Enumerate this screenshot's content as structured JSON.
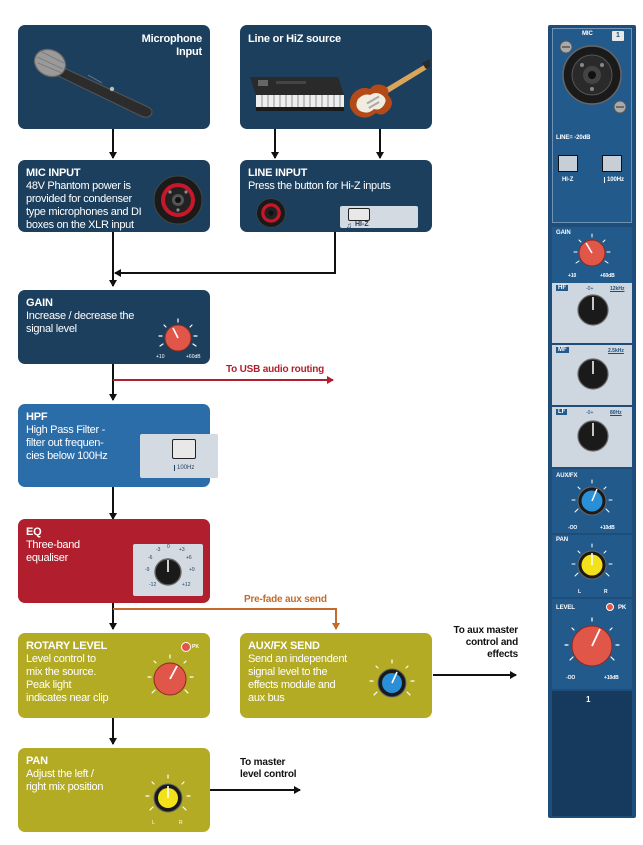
{
  "mic_source": {
    "title": "Microphone Input"
  },
  "line_source": {
    "title": "Line or HiZ source"
  },
  "mic_input": {
    "title": "MIC INPUT",
    "body": [
      "48V Phantom power is",
      "provided for condenser",
      "type microphones and DI",
      "boxes on the XLR input"
    ]
  },
  "line_input": {
    "title": "LINE INPUT",
    "body": [
      "Press the button for Hi-Z inputs"
    ],
    "button_label": "HI-Z"
  },
  "gain": {
    "title": "GAIN",
    "body": [
      "Increase / decrease the",
      "signal level"
    ],
    "scale_min": "+10",
    "scale_max": "+60dB"
  },
  "usb_routing": "To USB audio routing",
  "hpf": {
    "title": "HPF",
    "body": [
      "High Pass Filter -",
      "filter out frequen-",
      "cies below 100Hz"
    ],
    "button_label": "100Hz"
  },
  "eq": {
    "title": "EQ",
    "body": [
      "Three-band",
      "equaliser"
    ],
    "scale": [
      "-3",
      "0",
      "+3",
      "-6",
      "+6",
      "-9",
      "+9",
      "-12",
      "+12"
    ]
  },
  "prefade": "Pre-fade aux send",
  "rotary_level": {
    "title": "ROTARY LEVEL",
    "body": [
      "Level control to",
      "mix the source.",
      "Peak light",
      "indicates near clip"
    ],
    "peak_label": "PK"
  },
  "aux_send": {
    "title": "AUX/FX  SEND",
    "body": [
      "Send an independent",
      "signal level to the",
      "effects module and",
      "aux bus"
    ]
  },
  "to_aux_master": [
    "To aux master",
    "control and",
    "effects"
  ],
  "pan": {
    "title": "PAN",
    "body": [
      "Adjust the left /",
      "right mix position"
    ],
    "left": "L",
    "right": "R"
  },
  "to_master": [
    "To master",
    "level control"
  ],
  "strip": {
    "mic_label": "MIC",
    "channel_badge": "1",
    "line_pad": "LINE= -20dB",
    "hiz_label": "HI-Z",
    "hpf_label": "100Hz",
    "gain_label": "GAIN",
    "gain_min": "+10",
    "gain_max": "+60dB",
    "hf_label": "HF",
    "hf_freq": "12kHz",
    "mf_label": "MF",
    "mf_freq": "2.5kHz",
    "lf_label": "LF",
    "lf_freq": "80Hz",
    "eq_zero": "-0+",
    "aux_label": "AUX/FX",
    "aux_min": "-OO",
    "aux_max": "+10dB",
    "pan_label": "PAN",
    "pan_left": "L",
    "pan_right": "R",
    "level_label": "LEVEL",
    "pk_label": "PK",
    "level_min": "-OO",
    "level_max": "+10dB",
    "channel_number": "1"
  },
  "colors": {
    "navy": "#1c3f5e",
    "blue": "#2b6da8",
    "red": "#b11f2e",
    "olive": "#b3ab24",
    "usb_arrow": "#b11f2e",
    "prefade_arrow": "#c46a2b",
    "knob_red": "#e0574a",
    "knob_blue": "#2a8fd6",
    "knob_yellow": "#f2e11b"
  }
}
